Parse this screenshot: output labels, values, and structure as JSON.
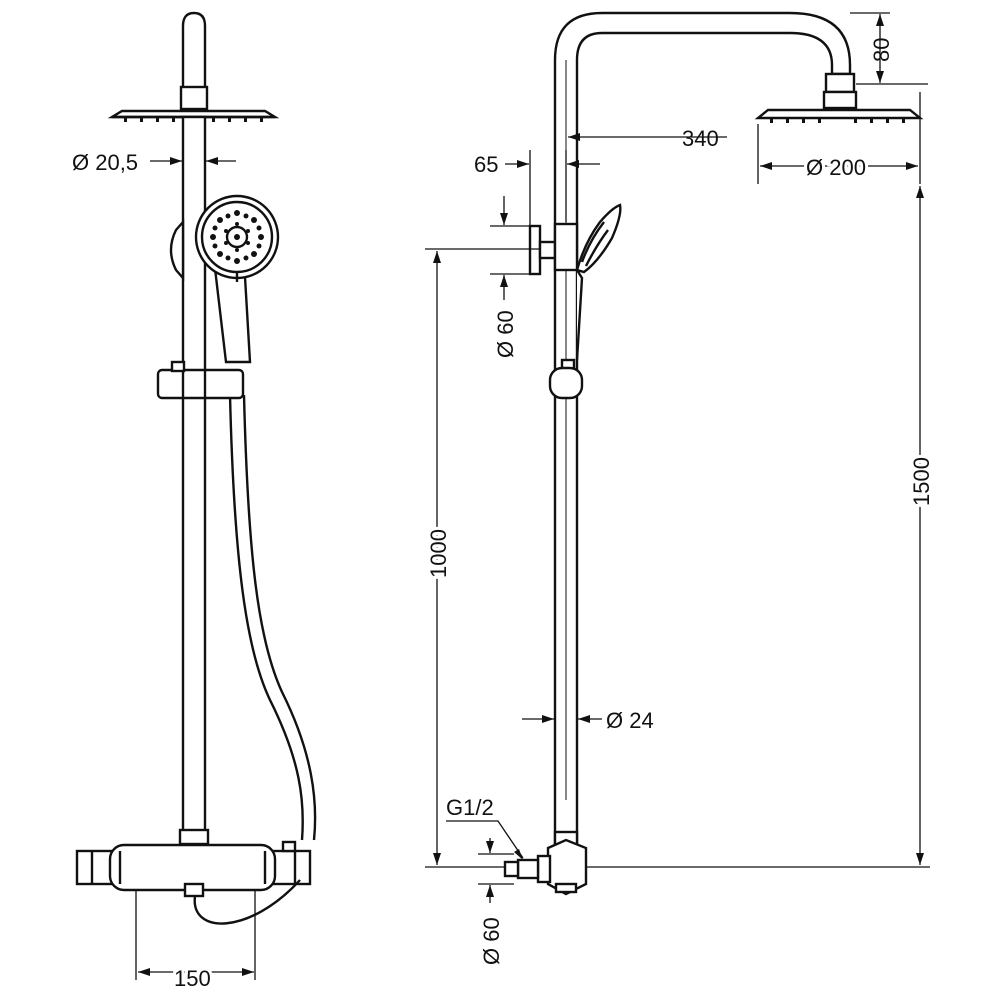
{
  "diagram": {
    "front_view": {
      "overhead_pipe_diameter": "Ø 20,5",
      "mixer_centres": "150"
    },
    "side_view": {
      "head_drop": "80",
      "arm_projection": "340",
      "head_diameter": "Ø 200",
      "bracket_offset": "65",
      "bracket_diameter": "Ø 60",
      "riser_height": "1000",
      "overall_height": "1500",
      "rail_diameter": "Ø 24",
      "thread_spec": "G1/2",
      "escutcheon_diameter": "Ø 60"
    }
  }
}
